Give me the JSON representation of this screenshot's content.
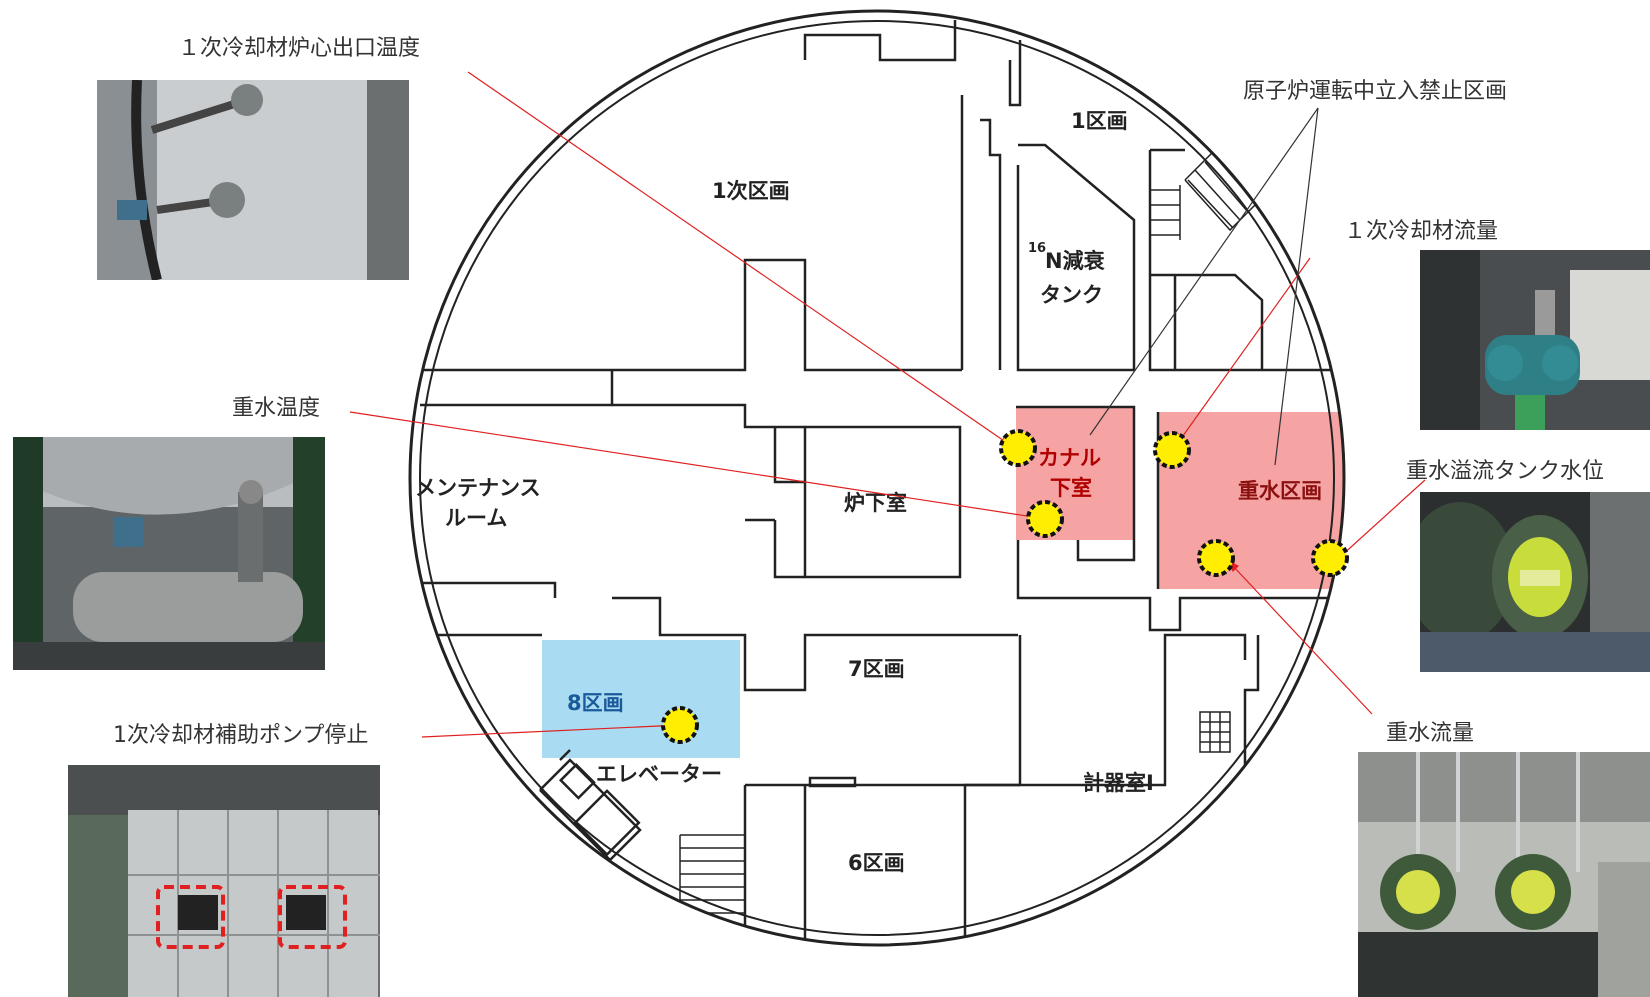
{
  "rooms": {
    "primary": "1次区画",
    "section1": "1区画",
    "n16_tank_line1_sup": "16",
    "n16_tank_line1": "N減衰",
    "n16_tank_line2": "タンク",
    "maintenance_line1": "メンテナンス",
    "maintenance_line2": "ルーム",
    "under_reactor": "炉下室",
    "canal_line1": "カナル",
    "canal_line2": "下室",
    "heavy_water": "重水区画",
    "section7": "7区画",
    "section8": "8区画",
    "elevator": "エレベーター",
    "instrument": "計器室Ⅰ",
    "section6": "6区画"
  },
  "callouts": {
    "core_outlet_temp": "１次冷却材炉心出口温度",
    "restricted_zone": "原子炉運転中立入禁止区画",
    "primary_flow": "１次冷却材流量",
    "heavy_water_temp": "重水温度",
    "overflow_tank_level": "重水溢流タンク水位",
    "aux_pump_stop": "1次冷却材補助ポンプ停止",
    "heavy_water_flow": "重水流量"
  },
  "colors": {
    "restricted_fill": "#f5a3a3",
    "section8_fill": "#a9dcf2",
    "marker_fill": "#ffee00",
    "leader_line": "#e02020",
    "pointer_line": "#333333",
    "highlight_box": "#e02020"
  }
}
